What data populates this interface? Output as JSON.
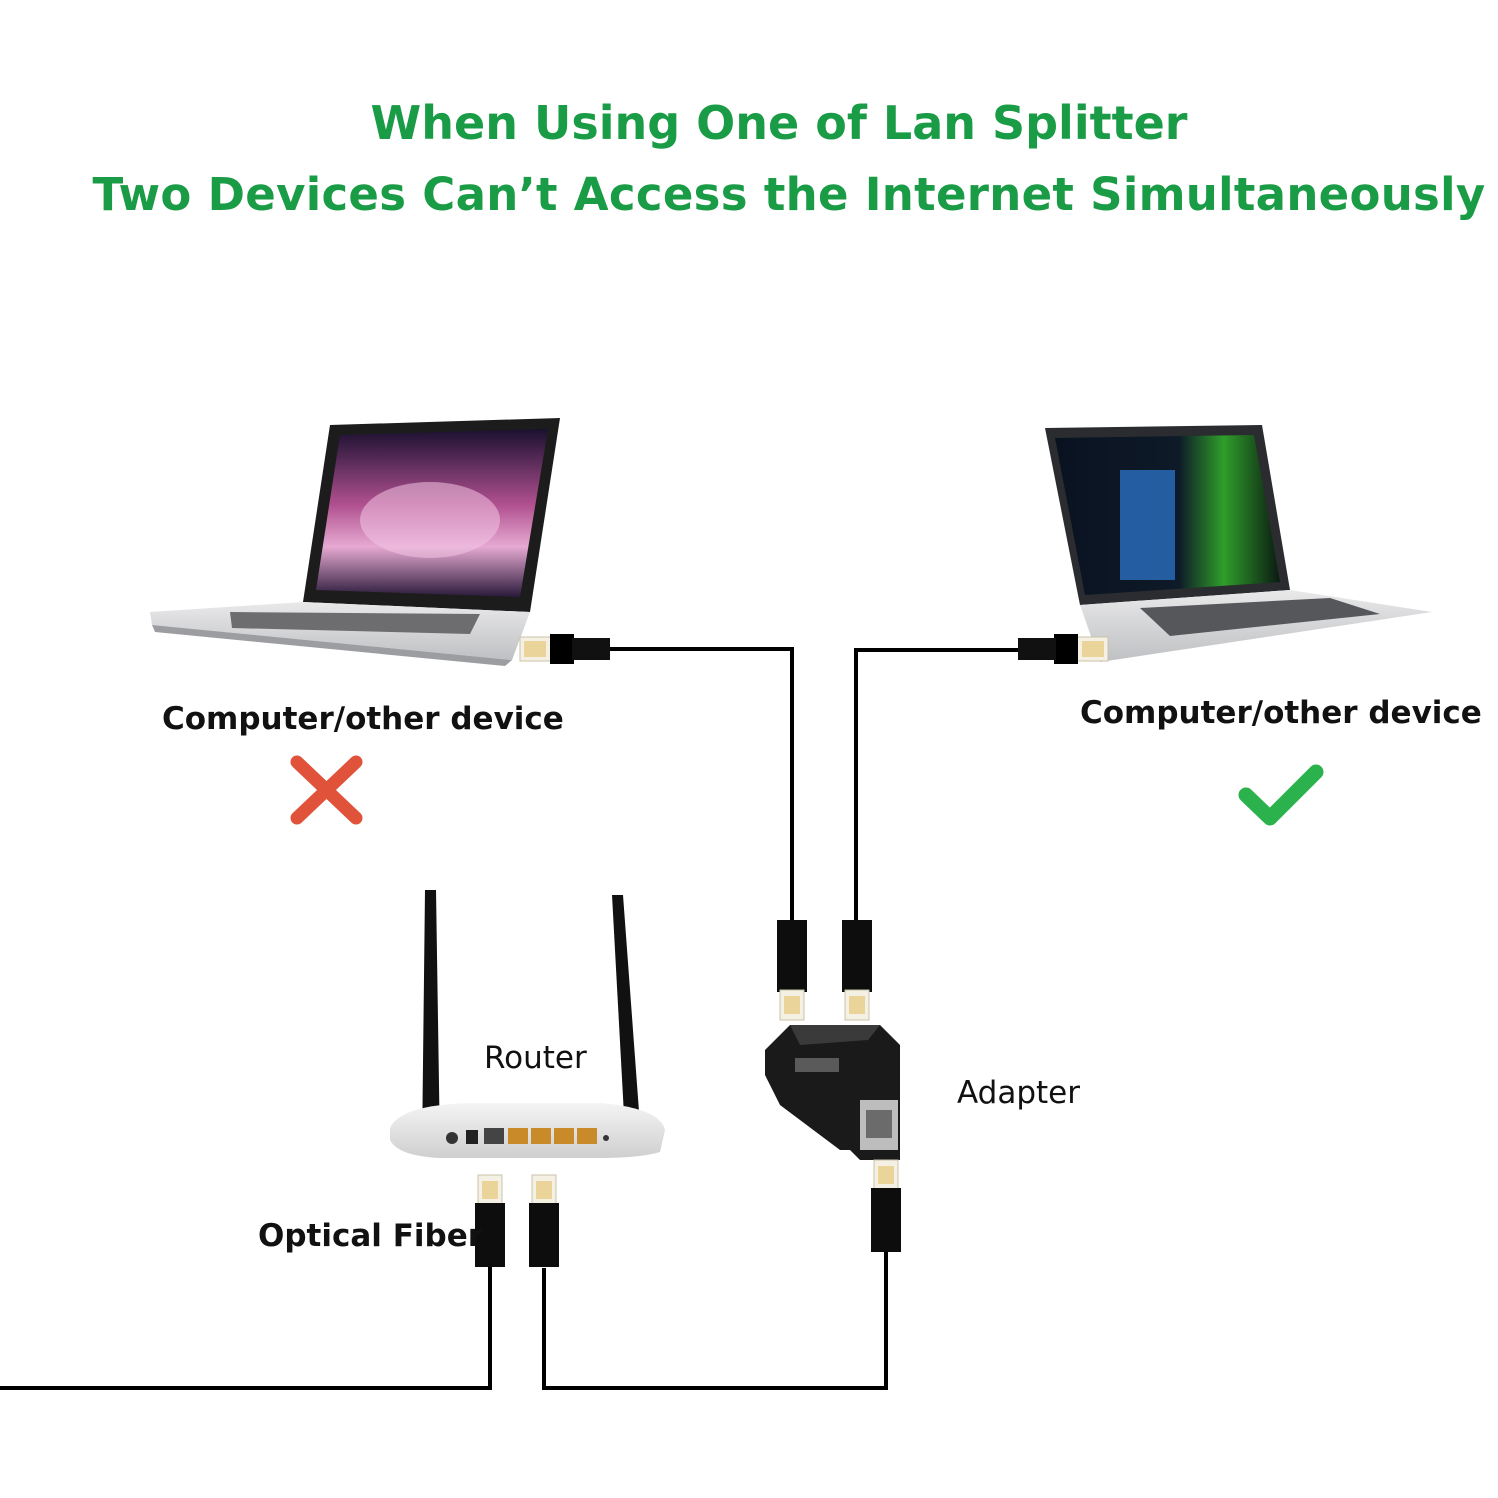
{
  "title": {
    "line1": "When Using One of  Lan Splitter",
    "line2": "Two Devices Can’t Access the Internet  Simultaneously"
  },
  "devices": {
    "left": {
      "label": "Computer/other device",
      "status_icon": "cross-icon",
      "status_color": "#e0533a"
    },
    "right": {
      "label": "Computer/other device",
      "status_icon": "check-icon",
      "status_color": "#2bb24c"
    }
  },
  "router": {
    "label": "Router"
  },
  "adapter": {
    "label": "Adapter"
  },
  "fiber": {
    "label": "Optical Fiber"
  },
  "colors": {
    "title": "#1a9b45",
    "cable": "#000000"
  }
}
